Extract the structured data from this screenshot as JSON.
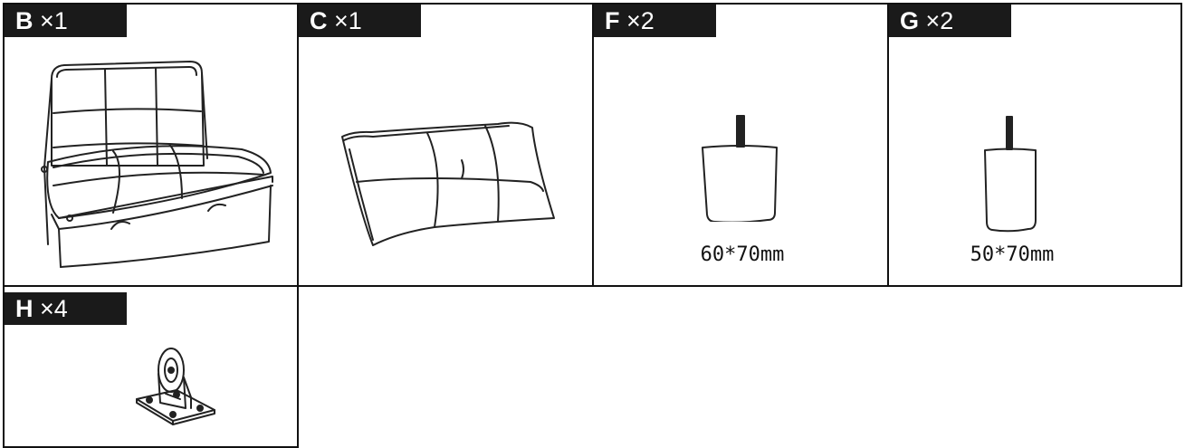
{
  "parts": [
    {
      "letter": "B",
      "qty": "×1",
      "icon": "sofa-bed-icon"
    },
    {
      "letter": "C",
      "qty": "×1",
      "icon": "cushion-icon"
    },
    {
      "letter": "F",
      "qty": "×2",
      "icon": "sofa-leg-large-icon",
      "dimension": "60*70mm"
    },
    {
      "letter": "G",
      "qty": "×2",
      "icon": "sofa-leg-small-icon",
      "dimension": "50*70mm"
    },
    {
      "letter": "H",
      "qty": "×4",
      "icon": "caster-wheel-icon"
    }
  ]
}
